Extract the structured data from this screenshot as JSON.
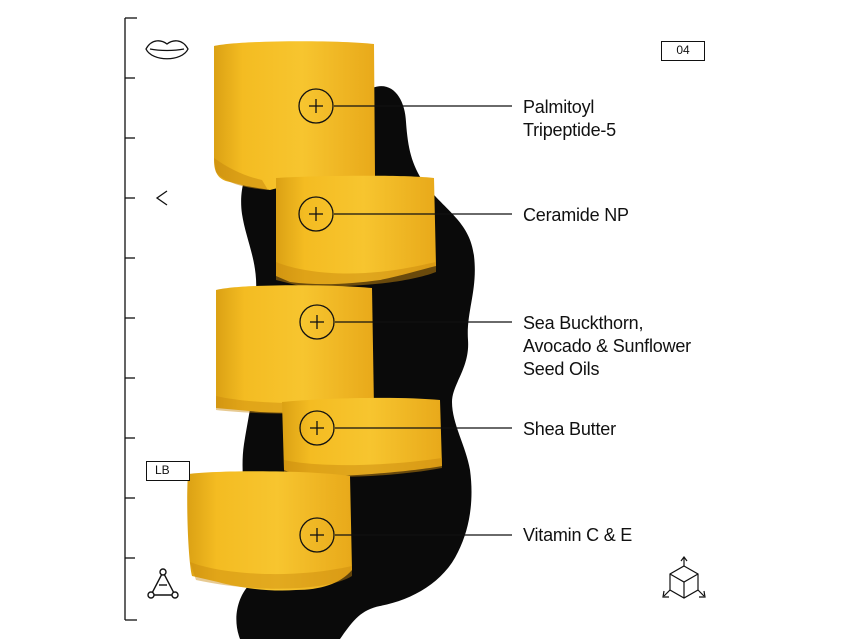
{
  "page_code": "04",
  "corner_tag": "LB",
  "palette": {
    "wax": "#f2b81f",
    "wax_light": "#f8c733",
    "wax_dark": "#d99b12",
    "shadow": "#0a0a0a",
    "ink": "#111111"
  },
  "icons": {
    "top_left": "lips-icon",
    "side_arrow": "chevron-left-icon",
    "bottom_left": "molecule-triangle-icon",
    "bottom_right": "cube-axes-icon",
    "markers": "crosshair-plus-icon"
  },
  "ingredients": [
    {
      "lines": [
        "Palmitoyl",
        "Tripeptide-5"
      ]
    },
    {
      "lines": [
        "Ceramide NP"
      ]
    },
    {
      "lines": [
        "Sea Buckthorn,",
        "Avocado & Sunflower",
        "Seed Oils"
      ]
    },
    {
      "lines": [
        "Shea Butter"
      ]
    },
    {
      "lines": [
        "Vitamin C & E"
      ]
    }
  ]
}
